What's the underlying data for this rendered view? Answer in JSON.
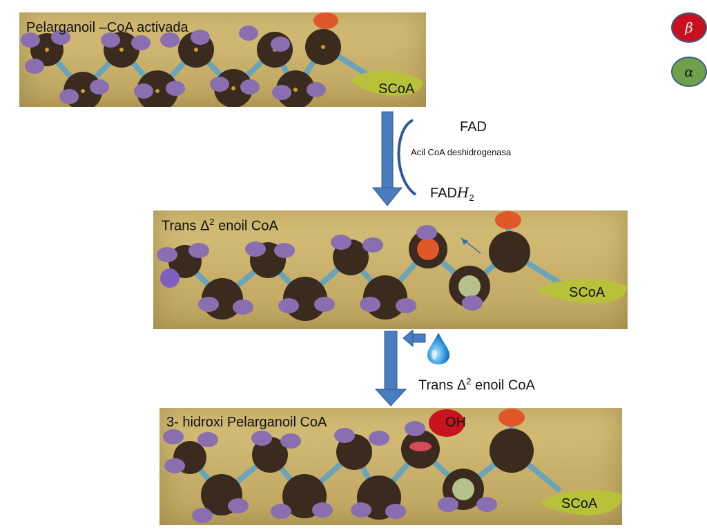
{
  "panels": {
    "top": {
      "title": "Pelarganoil –CoA activada",
      "tail": "SCoA"
    },
    "middle": {
      "title_prefix": "Trans Δ",
      "title_sup": "2",
      "title_suffix": " enoil  CoA",
      "tail": "SCoA"
    },
    "bottom": {
      "title": "3-  hidroxi Pelarganoil CoA",
      "oh": "OH",
      "tail": "SCoA"
    }
  },
  "step1": {
    "cofactor_in": "FAD",
    "enzyme": "Acil CoA deshidrogenasa",
    "cofactor_out_prefix": "FAD",
    "cofactor_out_var": "H",
    "cofactor_out_sub": "2"
  },
  "step2": {
    "substrate_prefix": "Trans Δ",
    "substrate_sup": "2",
    "substrate_suffix": " enoil  CoA",
    "water_icon": "water-drop-icon"
  },
  "legend": {
    "beta": {
      "symbol": "β",
      "color": "#c8101e"
    },
    "alpha": {
      "symbol": "α",
      "color": "#6fa04a"
    }
  },
  "colors": {
    "carbon": "#3b2a1e",
    "hydrogen": "#8a6fb0",
    "oxygen": "#e0582a",
    "bond": "#6aa4b8",
    "coa": "#b7c23a"
  }
}
